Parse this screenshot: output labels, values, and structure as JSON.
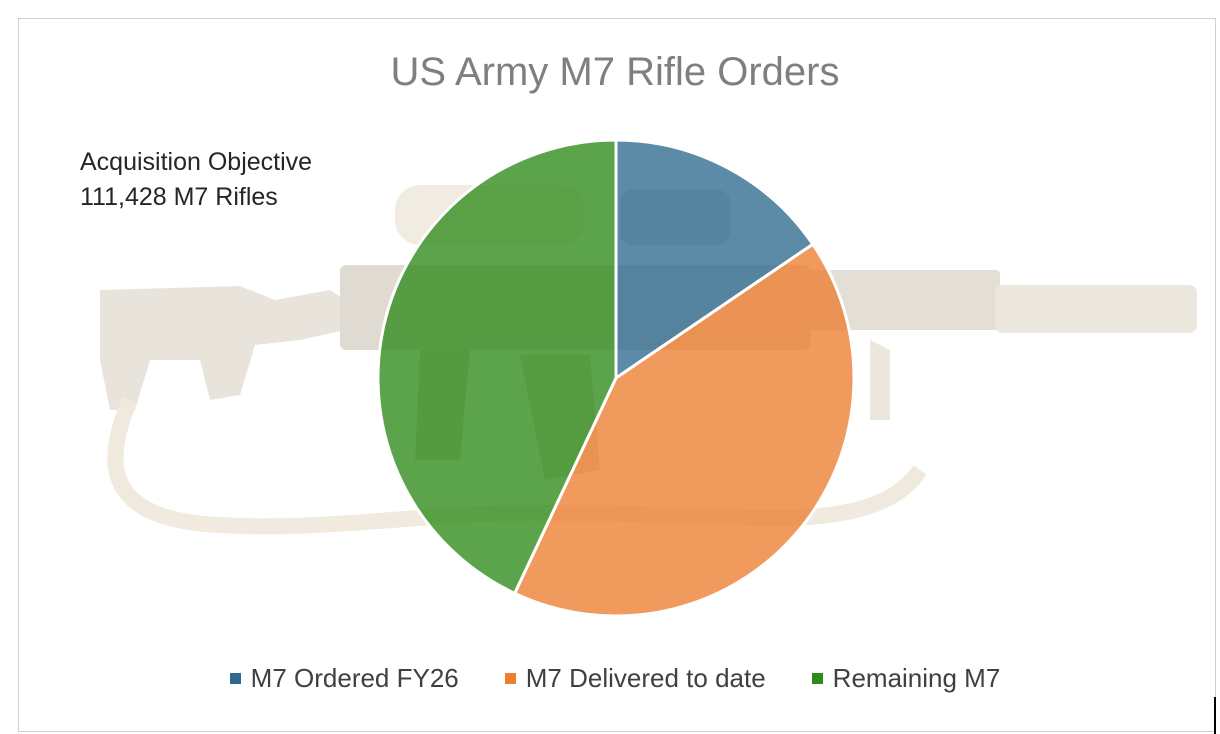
{
  "chart_data": {
    "type": "pie",
    "title": "US Army M7 Rifle Orders",
    "categories": [
      "M7 Ordered FY26",
      "M7 Delivered to date",
      "Remaining M7"
    ],
    "values": [
      15.5,
      41.5,
      43.0
    ],
    "colors": [
      "#2e6a8f",
      "#ed7d31",
      "#2e8b1a"
    ],
    "legend_position": "bottom",
    "annotation": [
      "Acquisition Objective",
      "111,428 M7 Rifles"
    ]
  },
  "background_image": "m7-rifle-photo"
}
